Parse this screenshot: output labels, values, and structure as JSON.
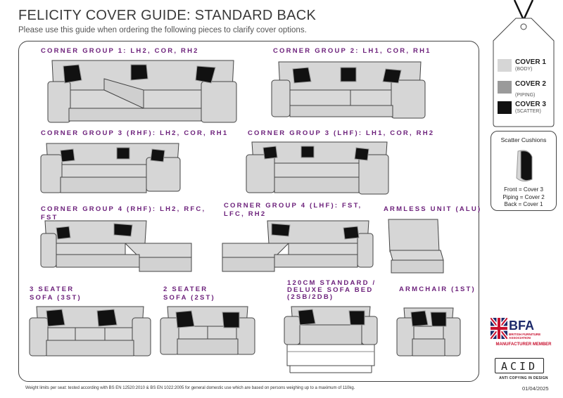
{
  "title": "FELICITY COVER GUIDE: STANDARD BACK",
  "subtitle": "Please use this guide when ordering the following pieces to clarify cover options.",
  "colors": {
    "body": "#d6d6d6",
    "piping": "#9a9a9a",
    "scatter": "#111111",
    "label": "#6b1f7a"
  },
  "products": {
    "cg1": "CORNER GROUP 1: LH2, COR, RH2",
    "cg2": "CORNER GROUP 2: LH1, COR, RH1",
    "cg3r": "CORNER GROUP 3 (RHF): LH2, COR, RH1",
    "cg3l": "CORNER GROUP 3 (LHF): LH1, COR, RH2",
    "cg4r": "CORNER GROUP 4 (RHF): LH2, RFC, FST",
    "cg4l": "CORNER GROUP 4 (LHF): FST, LFC, RH2",
    "alu": "ARMLESS UNIT (ALU)",
    "s3": "3 SEATER SOFA (3ST)",
    "s2": "2 SEATER SOFA (2ST)",
    "bed": "120CM STANDARD / DELUXE SOFA BED (2SB/2DB)",
    "arm": "ARMCHAIR (1ST)"
  },
  "legend": {
    "cover1": "COVER 1",
    "cover1_sub": "(BODY)",
    "cover2": "COVER 2",
    "cover2_sub": "(PIPING)",
    "cover3": "COVER 3",
    "cover3_sub": "(SCATTER)"
  },
  "scatter": {
    "title": "Scatter Cushions",
    "front": "Front = Cover 3",
    "piping": "Piping = Cover 2",
    "back": "Back = Cover 1"
  },
  "bfa": {
    "name": "BFA",
    "full1": "BRITISH FURNITURE",
    "full2": "ASSOCIATION",
    "member": "MANUFACTURER MEMBER"
  },
  "acid": {
    "name": "ACID",
    "sub": "ANTI COPYING IN DESIGN"
  },
  "footer": "Weight limits per seat: tested according with BS EN 12520:2010 & BS EN 1022:2005 for general domestic use which are based on persons weighing up to a maximum of 110kg.",
  "date": "01/04/2025"
}
